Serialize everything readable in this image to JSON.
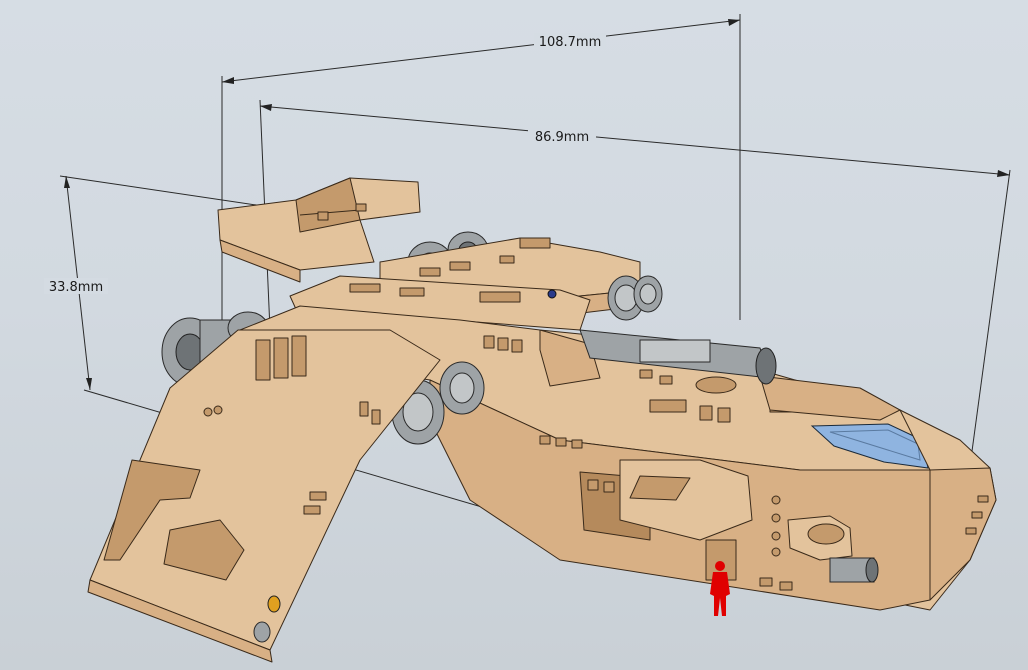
{
  "scene": {
    "background_color": "#d4dbe2",
    "model_color": "#d8b085",
    "canopy_color": "#8fb4e0",
    "figure_color": "#e00000"
  },
  "dimensions": {
    "overall_length": "108.7mm",
    "hull_length": "86.9mm",
    "height": "33.8mm"
  }
}
